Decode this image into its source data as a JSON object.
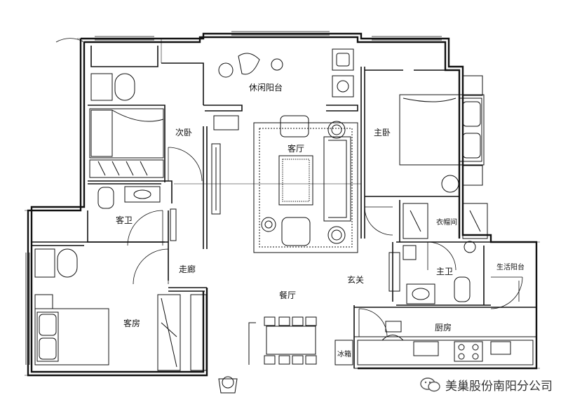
{
  "plan": {
    "rooms": {
      "leisure_balcony": "休闲阳台",
      "second_bedroom": "次卧",
      "living_room": "客厅",
      "master_bedroom": "主卧",
      "guest_bathroom": "客卫",
      "walk_in_closet": "衣帽间",
      "corridor": "走廊",
      "entrance": "玄关",
      "master_bathroom": "主卫",
      "living_balcony": "生活阳台",
      "guest_room": "客房",
      "dining_room": "餐厅",
      "kitchen": "厨房",
      "fridge": "冰箱"
    }
  },
  "watermark": {
    "text": "美巢股份南阳分公司"
  }
}
